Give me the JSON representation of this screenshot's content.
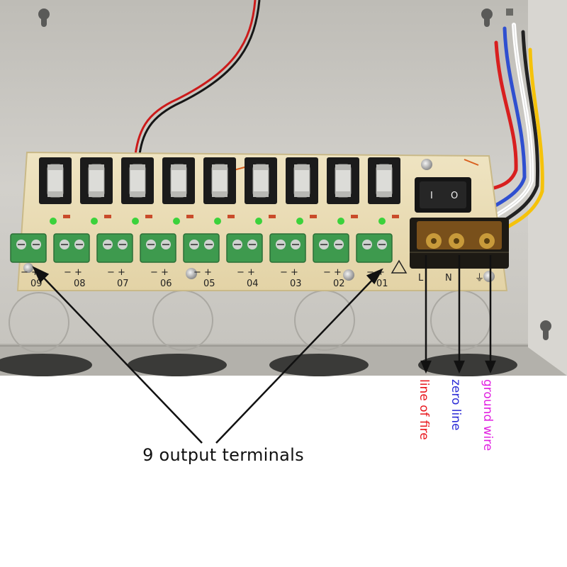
{
  "annotation": {
    "terminals_label": "9 output terminals"
  },
  "wire_labels": {
    "line_of_fire": "line of fire",
    "zero_line": "zero line",
    "ground_wire": "ground wire"
  },
  "board": {
    "channel_labels": [
      "09",
      "08",
      "07",
      "06",
      "05",
      "04",
      "03",
      "02",
      "01"
    ],
    "polarity_marks": [
      "−  +",
      "−  +",
      "−  +",
      "−  +",
      "−  +",
      "−  +",
      "−  +",
      "−  +",
      "−  +"
    ],
    "ac_labels": [
      "L",
      "N",
      "⏚"
    ],
    "switch_marks": [
      "I",
      "O"
    ]
  },
  "colors": {
    "enclosure": "#c9c7c2",
    "pcb": "#e9dcb4",
    "terminal_green": "#3e9a4e",
    "fire_label": "#e8141a",
    "zero_label": "#2a2ad6",
    "ground_label": "#e020e0"
  }
}
